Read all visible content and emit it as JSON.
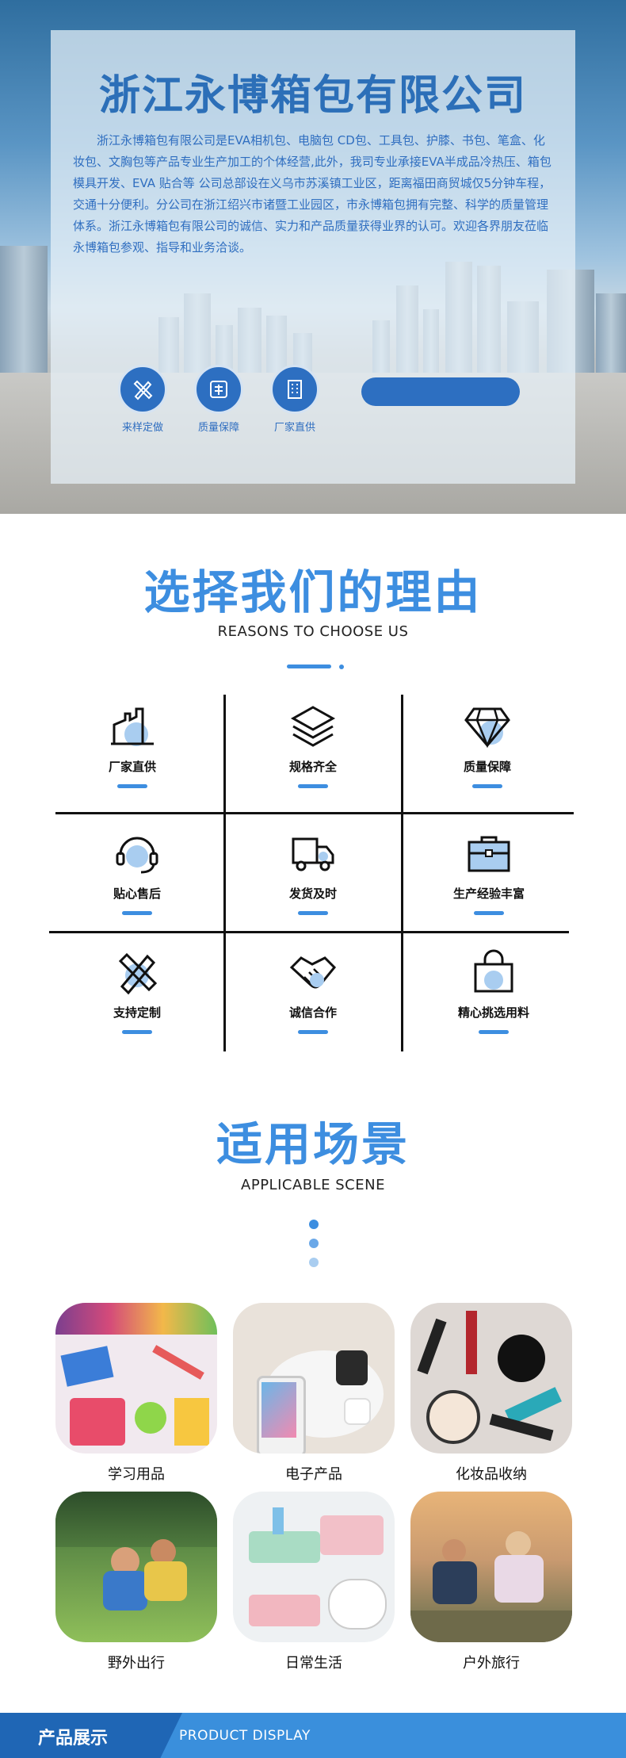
{
  "hero": {
    "title": "浙江永博箱包有限公司",
    "body": "浙江永博箱包有限公司是EVA相机包、电脑包 CD包、工具包、护膝、书包、笔盒、化妆包、文胸包等产品专业生产加工的个体经营,此外，我司专业承接EVA半成品冷热压、箱包模具开发、EVA 贴合等 公司总部设在义乌市苏溪镇工业区，距离福田商贸城仅5分钟车程，交通十分便利。分公司在浙江绍兴市诸暨工业园区，市永博箱包拥有完整、科学的质量管理体系。浙江永博箱包有限公司的诚信、实力和产品质量获得业界的认可。欢迎各界朋友莅临永博箱包参观、指导和业务洽谈。",
    "features": [
      {
        "label": "来样定做",
        "icon": "pencil-ruler-icon"
      },
      {
        "label": "质量保障",
        "icon": "quality-seal-icon"
      },
      {
        "label": "厂家直供",
        "icon": "factory-building-icon"
      }
    ]
  },
  "reasons": {
    "title": "选择我们的理由",
    "subtitle": "REASONS TO CHOOSE US",
    "items": [
      {
        "label": "厂家直供",
        "icon": "factory-icon"
      },
      {
        "label": "规格齐全",
        "icon": "layers-icon"
      },
      {
        "label": "质量保障",
        "icon": "diamond-icon"
      },
      {
        "label": "贴心售后",
        "icon": "headset-icon"
      },
      {
        "label": "发货及时",
        "icon": "truck-icon"
      },
      {
        "label": "生产经验丰富",
        "icon": "toolbox-icon"
      },
      {
        "label": "支持定制",
        "icon": "pencil-ruler-icon"
      },
      {
        "label": "诚信合作",
        "icon": "handshake-icon"
      },
      {
        "label": "精心挑选用料",
        "icon": "shopping-bag-icon"
      }
    ]
  },
  "scenes": {
    "title": "适用场景",
    "subtitle": "APPLICABLE SCENE",
    "items": [
      {
        "label": "学习用品"
      },
      {
        "label": "电子产品"
      },
      {
        "label": "化妆品收纳"
      },
      {
        "label": "野外出行"
      },
      {
        "label": "日常生活"
      },
      {
        "label": "户外旅行"
      }
    ]
  },
  "footer": {
    "title": "产品展示",
    "subtitle": "PRODUCT DISPLAY"
  },
  "colors": {
    "accent": "#3d8ee0",
    "hero_blue": "#2d6fc1",
    "footer_blue": "#3a8fdc"
  }
}
